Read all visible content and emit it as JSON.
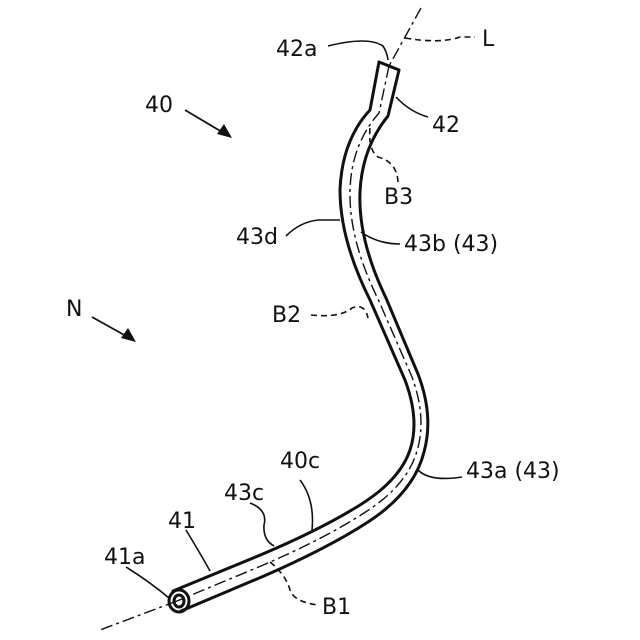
{
  "labels": {
    "part_40": "40",
    "part_42a": "42a",
    "axis_L": "L",
    "part_42": "42",
    "bend_B3": "B3",
    "part_43d": "43d",
    "part_43b": "43b (43)",
    "direction_N": "N",
    "bend_B2": "B2",
    "part_43a": "43a (43)",
    "part_40c": "40c",
    "part_43c": "43c",
    "part_41": "41",
    "part_41a": "41a",
    "bend_B1": "B1"
  }
}
